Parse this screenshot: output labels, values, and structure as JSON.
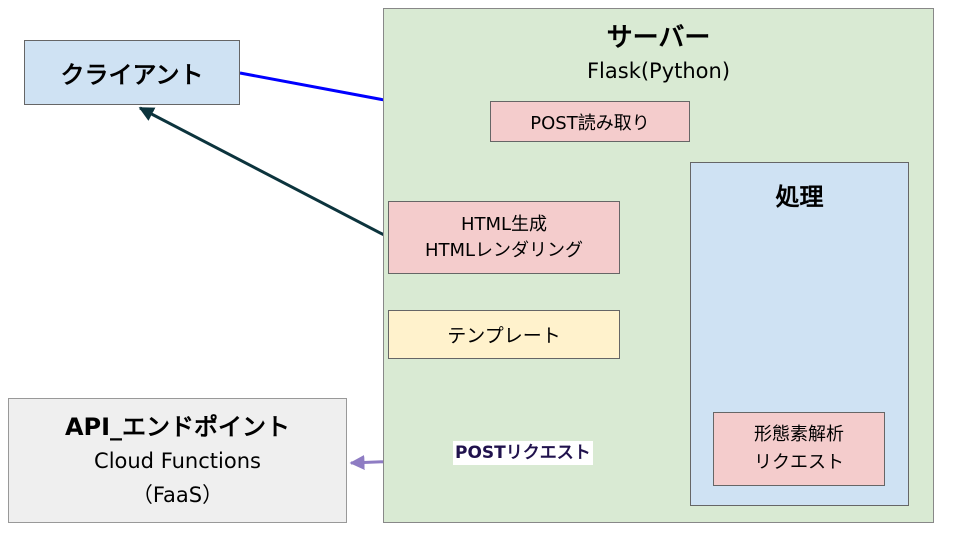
{
  "server": {
    "title": "サーバー",
    "subtitle": "Flask(Python)"
  },
  "client": {
    "label": "クライアント"
  },
  "post_read": {
    "label": "POST読み取り"
  },
  "process": {
    "title": "処理"
  },
  "html_gen": {
    "line1": "HTML生成",
    "line2": "HTMLレンダリング"
  },
  "template": {
    "label": "テンプレート"
  },
  "morph": {
    "line1": "形態素解析",
    "line2": "リクエスト"
  },
  "api": {
    "title": "API_エンドポイント",
    "line1": "Cloud Functions",
    "line2": "（FaaS）"
  },
  "edges": {
    "post_request_label": "POSTリクエスト"
  },
  "colors": {
    "client_to_post": "#0000ff",
    "post_to_process": "#274e13",
    "html_to_client": "#0c343d",
    "template_arrow": "#ff9900",
    "api_arrow": "#8e7cc3"
  }
}
